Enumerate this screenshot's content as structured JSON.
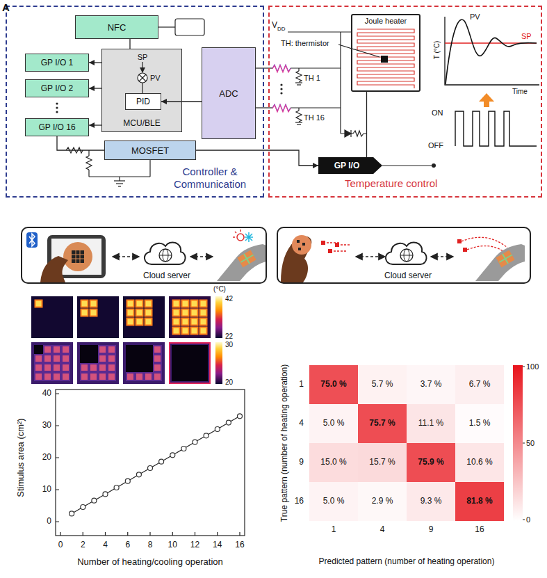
{
  "diagram": {
    "nodes": [
      {
        "text": [
          "Controller & Communication"
        ]
      },
      {
        "text": [
          "Temperature control"
        ]
      },
      {
        "text": [
          "NFC"
        ],
        "in": 0
      },
      {
        "text": [
          "GP I/O 1"
        ],
        "in": 0
      },
      {
        "text": [
          "GP I/O 2"
        ],
        "in": 0
      },
      {
        "text": [
          "GP I/O 16"
        ],
        "in": 0
      },
      {
        "text": [
          "MCU/BLE"
        ],
        "in": 0
      },
      {
        "text": [
          "PID"
        ],
        "in": 6
      },
      {
        "text": [
          "ADC"
        ],
        "in": 0
      },
      {
        "text": [
          "MOSFET"
        ],
        "in": 0
      },
      {
        "text": [
          "Joule heater"
        ],
        "in": 1
      },
      {
        "text": [
          "GP I/O"
        ],
        "in": 1
      },
      {
        "text": [
          "Cloud server"
        ]
      },
      {
        "text": [
          "Cloud server"
        ]
      }
    ],
    "edges": [
      {
        "from": 2,
        "to": 6,
        "arrow": "none"
      },
      {
        "from": 6,
        "to": 3,
        "arrow": "to"
      },
      {
        "from": 6,
        "to": 4,
        "arrow": "to"
      },
      {
        "from": 6,
        "to": 5,
        "arrow": "to"
      },
      {
        "from": 8,
        "to": 7,
        "arrow": "to"
      },
      {
        "from": 5,
        "to": 9,
        "arrow": "none"
      },
      {
        "from": 9,
        "to": 11,
        "arrow": "to"
      },
      {
        "from": 11,
        "to": 10,
        "arrow": "none"
      }
    ],
    "labels": [
      "A",
      "SP",
      "PV",
      "V",
      "DD",
      "TH: thermistor",
      "TH 1",
      "TH 16",
      "PV",
      "SP",
      "T (°C)",
      "Time",
      "ON",
      "OFF",
      "(°C)",
      "42",
      "22",
      "30",
      "20",
      "0",
      "10",
      "20",
      "30",
      "40",
      "0",
      "2",
      "4",
      "6",
      "8",
      "10",
      "12",
      "14",
      "16",
      "Stimulus area (cm²)",
      "Number of heating/cooling operation",
      "1",
      "4",
      "9",
      "16",
      "1",
      "4",
      "9",
      "16",
      "75.0 %",
      "5.7 %",
      "3.7 %",
      "6.7 %",
      "5.0 %",
      "75.7 %",
      "11.1 %",
      "1.5 %",
      "15.0 %",
      "15.7 %",
      "75.9 %",
      "10.6 %",
      "5.0 %",
      "2.9 %",
      "9.3 %",
      "81.8 %",
      "100",
      "50",
      "0",
      "True pattern (number of heating operation)",
      "Predicted pattern (number of heating operation)"
    ]
  }
}
